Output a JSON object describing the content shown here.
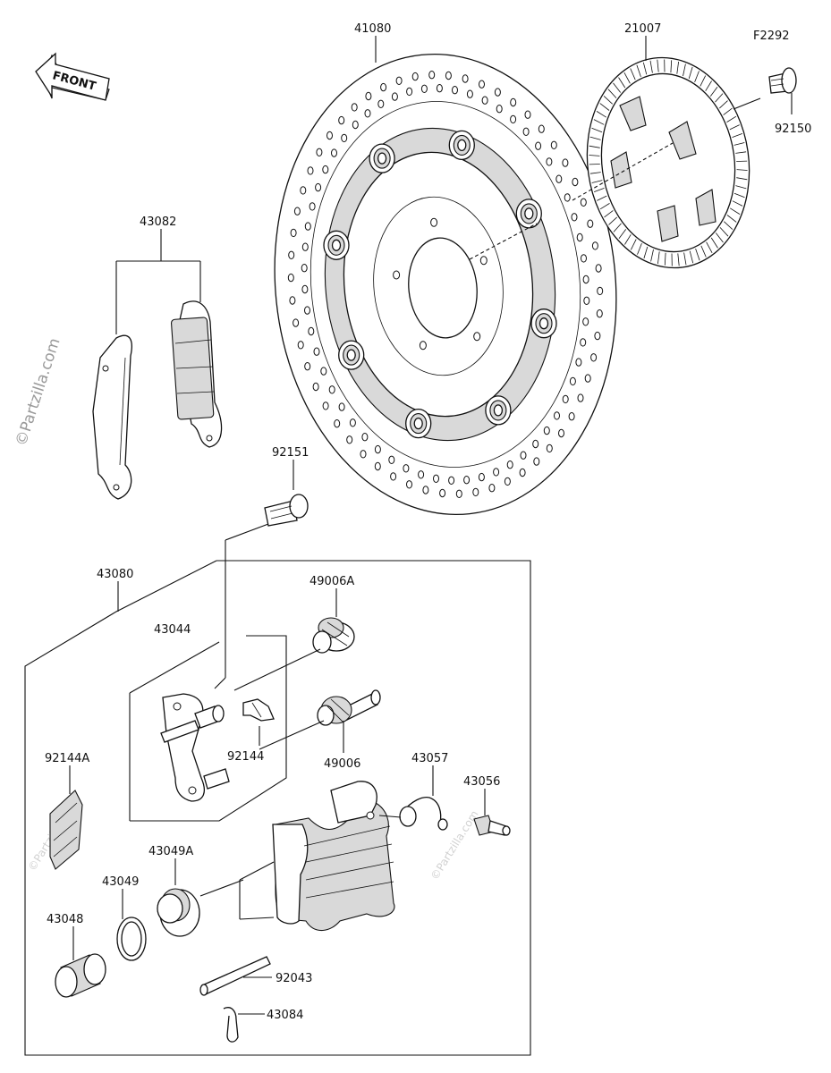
{
  "diagram": {
    "watermark": "©Partzilla.com",
    "front_label": "FRONT",
    "part_labels": [
      {
        "id": "41080",
        "text": "41080"
      },
      {
        "id": "21007",
        "text": "21007"
      },
      {
        "id": "F2292",
        "text": "F2292"
      },
      {
        "id": "92150",
        "text": "92150"
      },
      {
        "id": "43082",
        "text": "43082"
      },
      {
        "id": "92151",
        "text": "92151"
      },
      {
        "id": "43080",
        "text": "43080"
      },
      {
        "id": "49006A",
        "text": "49006A"
      },
      {
        "id": "43044",
        "text": "43044"
      },
      {
        "id": "92144",
        "text": "92144"
      },
      {
        "id": "49006",
        "text": "49006"
      },
      {
        "id": "92144A",
        "text": "92144A"
      },
      {
        "id": "43057",
        "text": "43057"
      },
      {
        "id": "43056",
        "text": "43056"
      },
      {
        "id": "43049A",
        "text": "43049A"
      },
      {
        "id": "43049",
        "text": "43049"
      },
      {
        "id": "43048",
        "text": "43048"
      },
      {
        "id": "92043",
        "text": "92043"
      },
      {
        "id": "43084",
        "text": "43084"
      }
    ]
  }
}
